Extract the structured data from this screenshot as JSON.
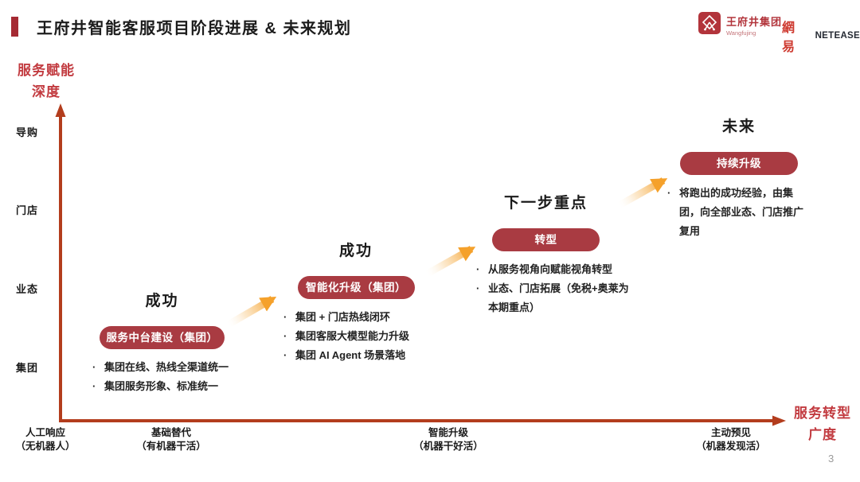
{
  "slide": {
    "title": "王府井智能客服项目阶段进展 & 未来规划",
    "page_number": "3"
  },
  "logos": {
    "wangfujing_name": "王府井集团",
    "wangfujing_sub": "Wangfujing",
    "netease_cn": "網易",
    "netease_en": "NETEASE"
  },
  "axes": {
    "y_title_line1": "服务赋能",
    "y_title_line2": "深度",
    "y_ticks": [
      "导购",
      "门店",
      "业态",
      "集团"
    ],
    "x_title_line1": "服务转型",
    "x_title_line2": "广度",
    "x_ticks": [
      {
        "line1": "人工响应",
        "line2": "（无机器人）"
      },
      {
        "line1": "基础替代",
        "line2": "（有机器干活）"
      },
      {
        "line1": "智能升级",
        "line2": "（机器干好活）"
      },
      {
        "line1": "主动预见",
        "line2": "（机器发现活）"
      }
    ]
  },
  "stages": [
    {
      "title": "成功",
      "badge": "服务中台建设（集团）",
      "bullets": [
        "集团在线、热线全渠道统一",
        "集团服务形象、标准统一"
      ]
    },
    {
      "title": "成功",
      "badge": "智能化升级（集团）",
      "bullets": [
        "集团 + 门店热线闭环",
        "集团客服大模型能力升级",
        "集团 AI Agent 场景落地"
      ]
    },
    {
      "title": "下一步重点",
      "badge": "转型",
      "bullets": [
        "从服务视角向赋能视角转型",
        "业态、门店拓展（免税+奥莱为本期重点）"
      ]
    },
    {
      "title": "未来",
      "badge": "持续升级",
      "bullets": [
        "将跑出的成功经验，由集团，向全部业态、门店推广复用"
      ]
    }
  ],
  "colors": {
    "badge_red": "#A93B42",
    "axis_red": "#B33D1D",
    "axis_title_red": "#C23B40",
    "title_bar_red": "#A52A33",
    "arrow_orange": "#F5A12B",
    "wangfujing_red": "#B2343B",
    "netease_red": "#CE3A30"
  }
}
